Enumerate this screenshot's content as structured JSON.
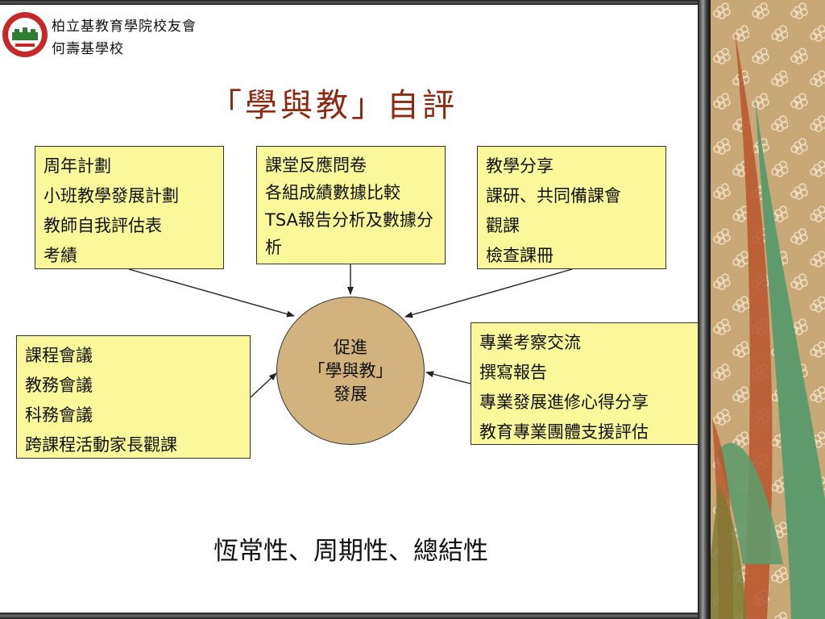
{
  "header": {
    "line1": "柏立基教育學院校友會",
    "line2": "何壽基學校"
  },
  "title": "「學與教」自評",
  "boxes": {
    "top_left": [
      "周年計劃",
      "小班教學發展計劃",
      "教師自我評估表",
      "考績"
    ],
    "top_center": [
      "課堂反應問卷",
      "各組成績數據比較",
      "TSA報告分析及數據分析"
    ],
    "top_right": [
      "教學分享",
      "課研、共同備課會",
      "觀課",
      "檢查課冊"
    ],
    "mid_left": [
      "課程會議",
      "教務會議",
      "科務會議",
      "跨課程活動家長觀課"
    ],
    "mid_right": [
      "專業考察交流",
      "撰寫報告",
      "專業發展進修心得分享",
      "教育專業團體支援評估"
    ]
  },
  "center": [
    "促進",
    "「學與教」",
    "發展"
  ],
  "footer": "恆常性、周期性、總結性",
  "colors": {
    "box_fill": "#fbf89c",
    "circle_fill": "#d2b37e",
    "title": "#8b2b12",
    "deco_bg": "#c9a877"
  }
}
